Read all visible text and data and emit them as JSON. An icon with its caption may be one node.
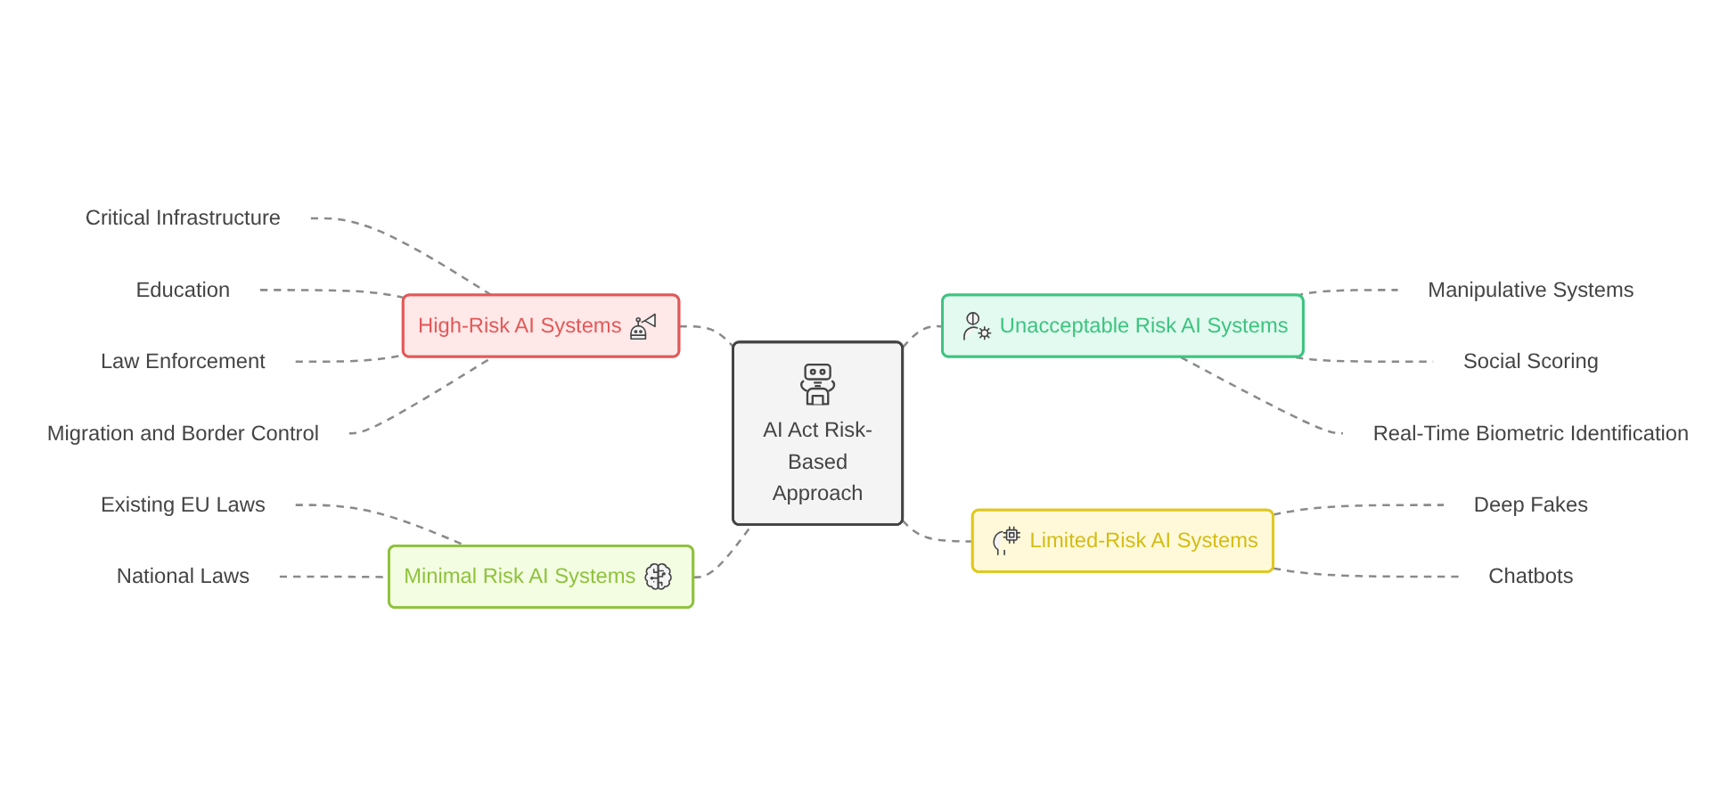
{
  "diagram": {
    "nodes": [
      {
        "text": [
          "AI Act Risk-Based Approach"
        ]
      },
      {
        "text": [
          "High-Risk AI Systems"
        ]
      },
      {
        "text": [
          "Critical Infrastructure"
        ]
      },
      {
        "text": [
          "Education"
        ]
      },
      {
        "text": [
          "Law Enforcement"
        ]
      },
      {
        "text": [
          "Migration and Border Control"
        ]
      },
      {
        "text": [
          "Unacceptable Risk AI Systems"
        ]
      },
      {
        "text": [
          "Manipulative Systems"
        ]
      },
      {
        "text": [
          "Social Scoring"
        ]
      },
      {
        "text": [
          "Real-Time Biometric Identification"
        ]
      },
      {
        "text": [
          "Minimal Risk AI Systems"
        ]
      },
      {
        "text": [
          "Existing EU Laws"
        ]
      },
      {
        "text": [
          "National Laws"
        ]
      },
      {
        "text": [
          "Limited-Risk AI Systems"
        ]
      },
      {
        "text": [
          "Deep Fakes"
        ]
      },
      {
        "text": [
          "Chatbots"
        ]
      }
    ],
    "edges": [
      {
        "from": 2,
        "to": 1,
        "arrow": "none",
        "style": "dashed"
      },
      {
        "from": 3,
        "to": 1,
        "arrow": "none",
        "style": "dashed"
      },
      {
        "from": 4,
        "to": 1,
        "arrow": "none",
        "style": "dashed"
      },
      {
        "from": 5,
        "to": 1,
        "arrow": "none",
        "style": "dashed"
      },
      {
        "from": 1,
        "to": 0,
        "arrow": "none",
        "style": "dashed"
      },
      {
        "from": 11,
        "to": 10,
        "arrow": "none",
        "style": "dashed"
      },
      {
        "from": 12,
        "to": 10,
        "arrow": "none",
        "style": "dashed"
      },
      {
        "from": 10,
        "to": 0,
        "arrow": "none",
        "style": "dashed"
      },
      {
        "from": 0,
        "to": 6,
        "arrow": "none",
        "style": "dashed"
      },
      {
        "from": 6,
        "to": 7,
        "arrow": "none",
        "style": "dashed"
      },
      {
        "from": 6,
        "to": 8,
        "arrow": "none",
        "style": "dashed"
      },
      {
        "from": 6,
        "to": 9,
        "arrow": "none",
        "style": "dashed"
      },
      {
        "from": 0,
        "to": 13,
        "arrow": "none",
        "style": "dashed"
      },
      {
        "from": 13,
        "to": 14,
        "arrow": "none",
        "style": "dashed"
      },
      {
        "from": 13,
        "to": 15,
        "arrow": "none",
        "style": "dashed"
      }
    ]
  }
}
